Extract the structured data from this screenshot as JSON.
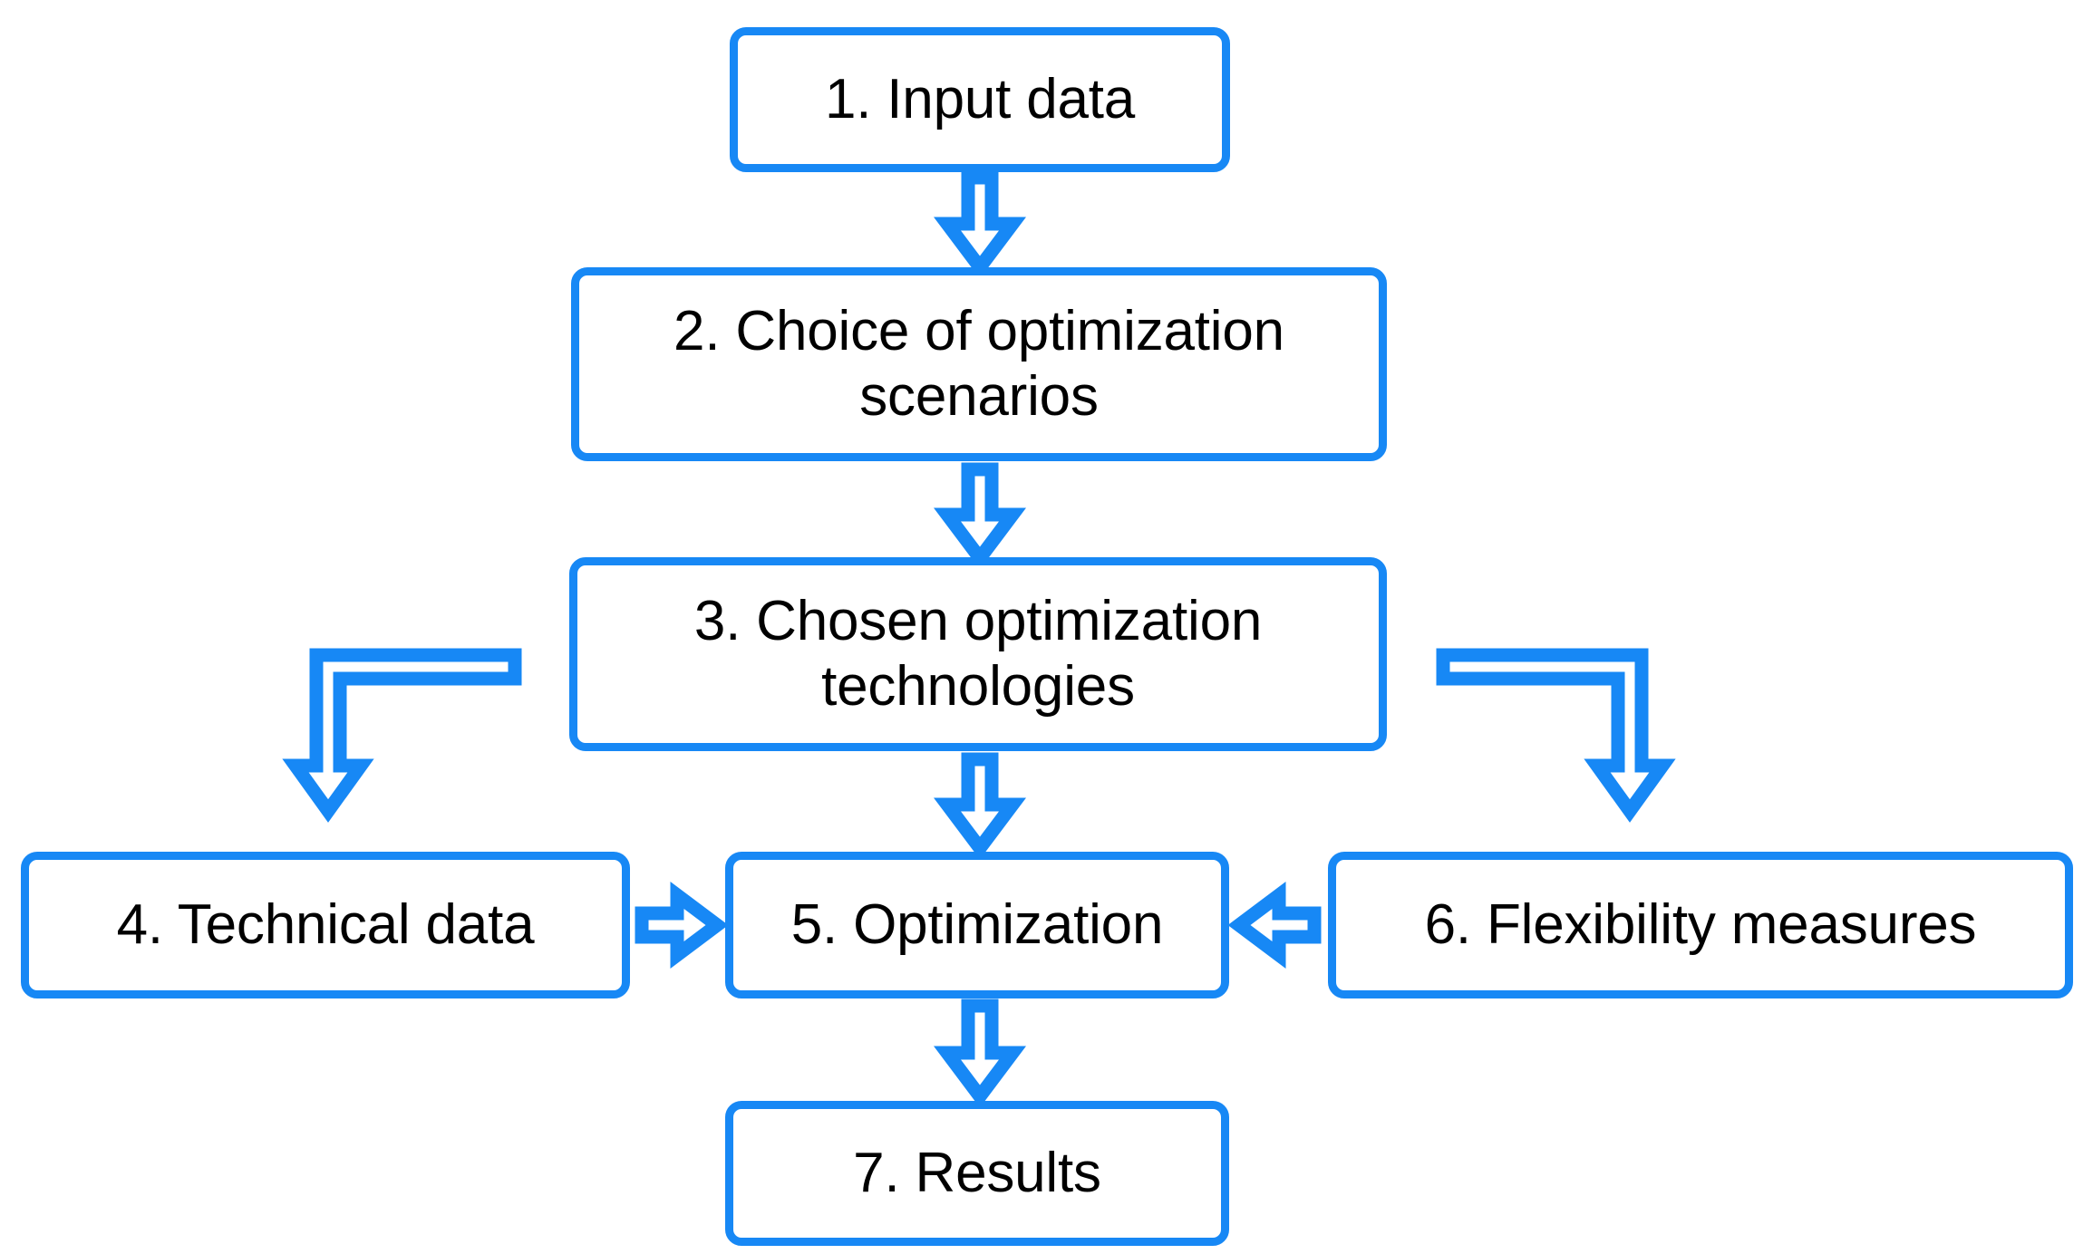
{
  "diagram": {
    "title": "Optimization workflow flowchart",
    "colors": {
      "accent": "#1788F5",
      "node_fill": "#FFFFFF",
      "text": "#000000",
      "background": "#FFFFFF"
    },
    "nodes": [
      {
        "id": "1",
        "label": "1. Input data"
      },
      {
        "id": "2",
        "label": "2. Choice of optimization\nscenarios"
      },
      {
        "id": "3",
        "label": "3. Chosen optimization\ntechnologies"
      },
      {
        "id": "4",
        "label": "4. Technical data"
      },
      {
        "id": "5",
        "label": "5. Optimization"
      },
      {
        "id": "6",
        "label": "6. Flexibility measures"
      },
      {
        "id": "7",
        "label": "7. Results"
      }
    ],
    "connectors": [
      {
        "id": "c1",
        "from": "1",
        "to": "2",
        "shape": "straight-down",
        "icon": "arrow-down-icon"
      },
      {
        "id": "c2",
        "from": "2",
        "to": "3",
        "shape": "straight-down",
        "icon": "arrow-down-icon"
      },
      {
        "id": "c3",
        "from": "3",
        "to": "4",
        "shape": "elbow-left-down",
        "icon": "arrow-elbow-left-down-icon"
      },
      {
        "id": "c4",
        "from": "3",
        "to": "5",
        "shape": "straight-down",
        "icon": "arrow-down-icon"
      },
      {
        "id": "c5",
        "from": "3",
        "to": "6",
        "shape": "elbow-right-down",
        "icon": "arrow-elbow-right-down-icon"
      },
      {
        "id": "c6",
        "from": "4",
        "to": "5",
        "shape": "straight-right",
        "icon": "arrow-right-icon"
      },
      {
        "id": "c7",
        "from": "6",
        "to": "5",
        "shape": "straight-left",
        "icon": "arrow-left-icon"
      },
      {
        "id": "c8",
        "from": "5",
        "to": "7",
        "shape": "straight-down",
        "icon": "arrow-down-icon"
      }
    ]
  }
}
